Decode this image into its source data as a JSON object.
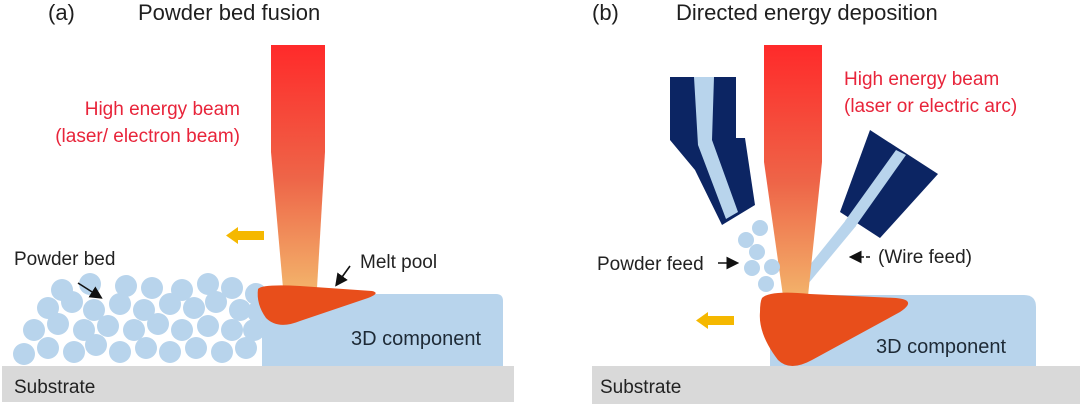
{
  "colors": {
    "beam_top": "#ff2a2a",
    "beam_bottom": "#f2a864",
    "melt_pool": "#e84e1b",
    "powder": "#b8d4ec",
    "component": "#b8d4ec",
    "substrate": "#d9d9d9",
    "nozzle": "#0c2563",
    "nozzle_channel": "#b8d4ec",
    "motion_arrow": "#f5b800",
    "beam_text": "#e8243a"
  },
  "panel_a": {
    "tag": "(a)",
    "title": "Powder bed fusion",
    "beam_label_line1": "High energy beam",
    "beam_label_line2": "(laser/ electron beam)",
    "powder_bed_label": "Powder bed",
    "melt_pool_label": "Melt pool",
    "component_label": "3D component",
    "substrate_label": "Substrate",
    "motion_direction": "left"
  },
  "panel_b": {
    "tag": "(b)",
    "title": "Directed energy deposition",
    "beam_label_line1": "High energy beam",
    "beam_label_line2": "(laser or electric arc)",
    "powder_feed_label": "Powder feed",
    "wire_feed_label": "(Wire feed)",
    "component_label": "3D component",
    "substrate_label": "Substrate",
    "motion_direction": "left"
  }
}
